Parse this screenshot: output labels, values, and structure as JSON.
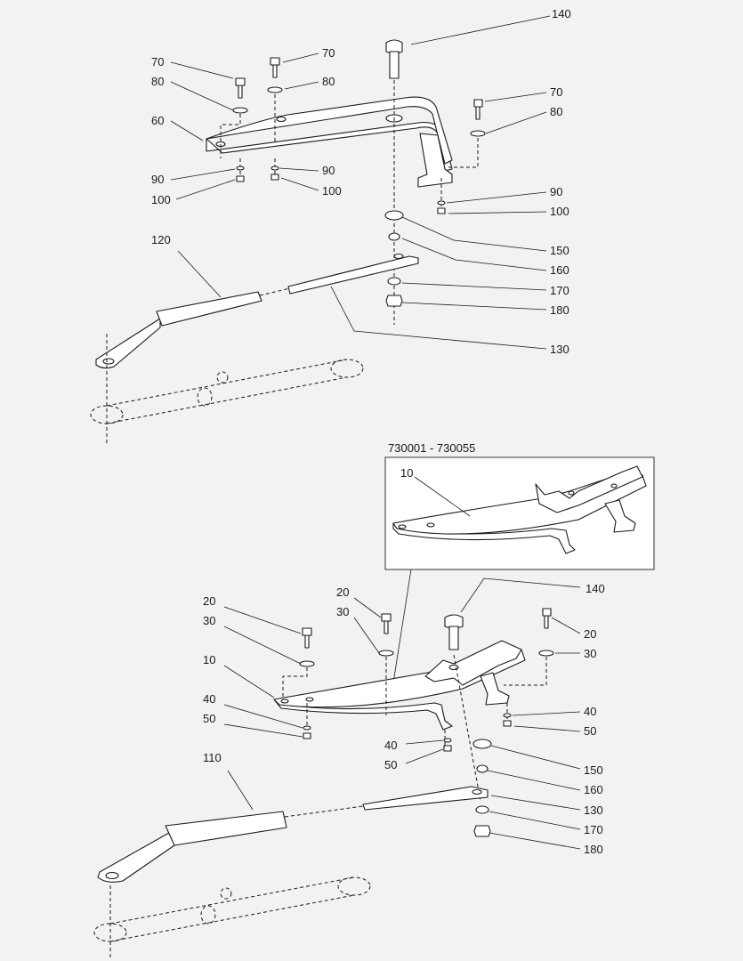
{
  "inset": {
    "title": "730001 - 730055"
  },
  "labels": {
    "top": {
      "n140": "140",
      "n70a": "70",
      "n70b": "70",
      "n70c": "70",
      "n80a": "80",
      "n80b": "80",
      "n80c": "80",
      "n60": "60",
      "n90a": "90",
      "n90b": "90",
      "n90c": "90",
      "n100a": "100",
      "n100b": "100",
      "n100c": "100",
      "n150": "150",
      "n160": "160",
      "n170": "170",
      "n180": "180",
      "n120": "120",
      "n130": "130"
    },
    "inset": {
      "n10": "10"
    },
    "bottom": {
      "n140": "140",
      "n20a": "20",
      "n20b": "20",
      "n20c": "20",
      "n30a": "30",
      "n30b": "30",
      "n30c": "30",
      "n10": "10",
      "n40a": "40",
      "n40b": "40",
      "n40c": "40",
      "n50a": "50",
      "n50b": "50",
      "n50c": "50",
      "n150": "150",
      "n160": "160",
      "n130": "130",
      "n170": "170",
      "n180": "180",
      "n110": "110"
    }
  }
}
